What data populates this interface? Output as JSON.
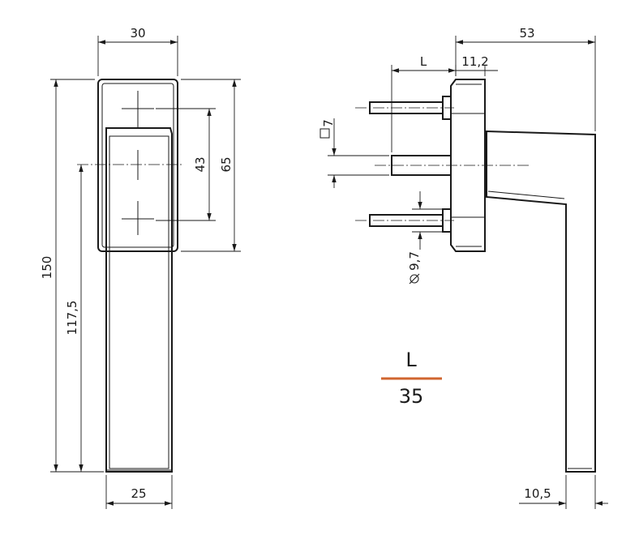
{
  "front_view": {
    "dims": {
      "width_top": "30",
      "width_bottom": "25",
      "height_total": "150",
      "height_lever": "117,5",
      "pitch_screws": "43",
      "rosette_height": "65"
    }
  },
  "side_view": {
    "dims": {
      "depth": "53",
      "spindle_length": "L",
      "rosette_thickness": "11,2",
      "spindle_square": "7",
      "screw_diameter": "9,7",
      "grip_end": "10,5"
    }
  },
  "legend": {
    "top": "L",
    "bottom": "35",
    "rule_color": "#d0652f"
  },
  "colors": {
    "line": "#1a1a1a",
    "accent": "#d0652f"
  }
}
